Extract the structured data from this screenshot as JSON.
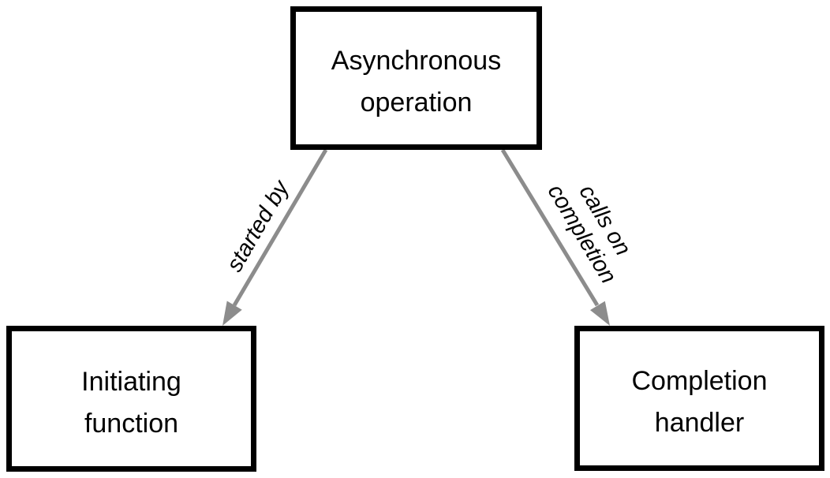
{
  "colors": {
    "background": "#ffffff",
    "box_border": "#000000",
    "box_fill": "#ffffff",
    "text": "#000000",
    "arrow": "#8c8c8c"
  },
  "nodes": {
    "async_operation": {
      "lines": [
        "Asynchronous",
        "operation"
      ]
    },
    "initiating_function": {
      "lines": [
        "Initiating",
        "function"
      ]
    },
    "completion_handler": {
      "lines": [
        "Completion",
        "handler"
      ]
    }
  },
  "edges": {
    "started_by": {
      "label": "started by",
      "from": "async_operation",
      "to": "initiating_function"
    },
    "calls_on_completion": {
      "lines": [
        "calls on",
        "completion"
      ],
      "from": "async_operation",
      "to": "completion_handler"
    }
  }
}
